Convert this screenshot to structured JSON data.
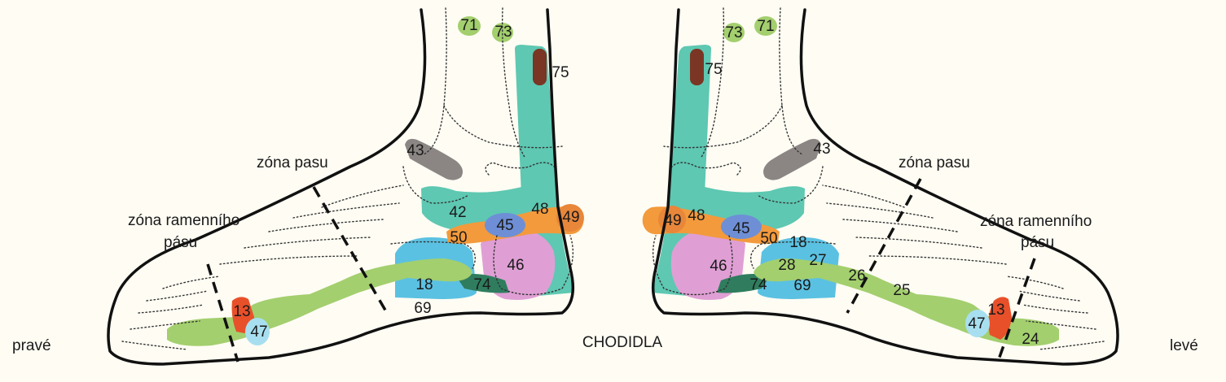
{
  "title": "CHODIDLA",
  "side_right": "pravé",
  "side_left": "levé",
  "waist_zone_label": "zóna pasu",
  "shoulder_zone_label_line1": "zóna ramenního",
  "shoulder_zone_label_line2": "pásu",
  "colors": {
    "teal": "#5ec8b2",
    "green": "#a3cf6e",
    "blue": "#5bc1e2",
    "light_blue": "#a8dff0",
    "pink": "#df9fd4",
    "orange": "#f39a3c",
    "red_orange": "#e8502a",
    "purple_blue": "#6e8fd6",
    "gray": "#8b8684",
    "brown": "#7b3524",
    "background": "#fefcf3"
  },
  "right_foot": {
    "zones": [
      "71",
      "73",
      "75",
      "43",
      "42",
      "48",
      "49",
      "45",
      "50",
      "46",
      "18",
      "74",
      "69",
      "13",
      "47"
    ]
  },
  "left_foot": {
    "zones": [
      "73",
      "71",
      "75",
      "43",
      "49",
      "48",
      "45",
      "50",
      "18",
      "46",
      "28",
      "27",
      "26",
      "74",
      "69",
      "25",
      "13",
      "47",
      "24"
    ]
  }
}
